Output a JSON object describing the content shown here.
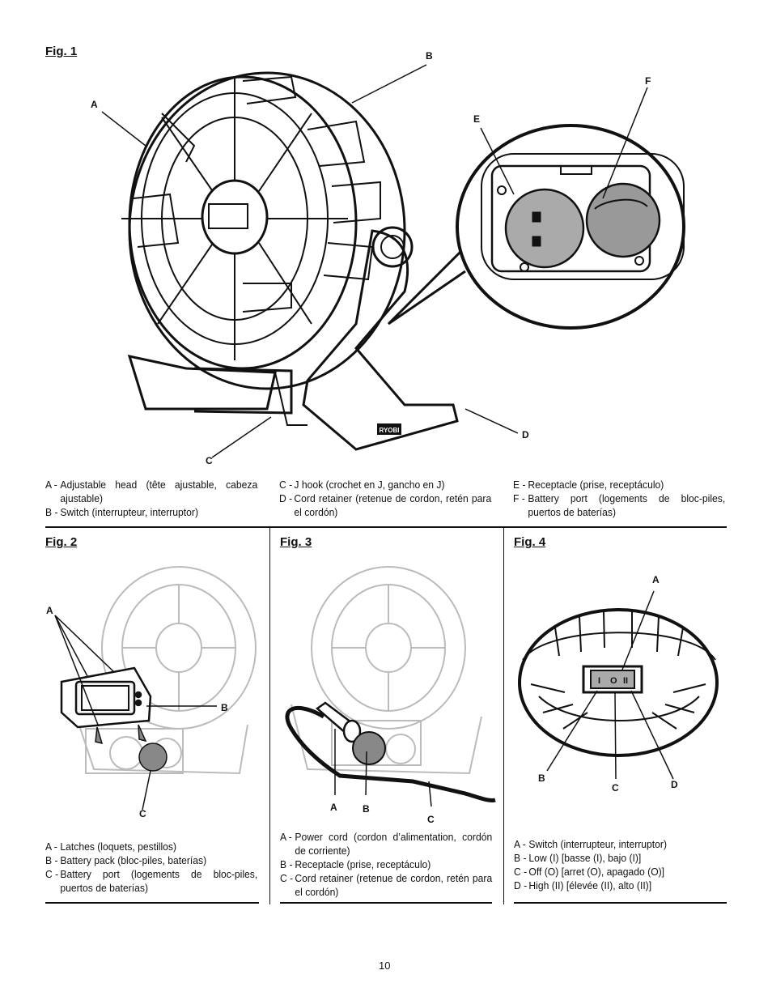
{
  "fig1": {
    "title": "Fig. 1",
    "callouts": [
      "A",
      "B",
      "C",
      "D",
      "E",
      "F"
    ],
    "legend": [
      {
        "key": "A -",
        "text": "Adjustable head (tête ajustable, cabeza ajustable)"
      },
      {
        "key": "B -",
        "text": "Switch (interrupteur, interruptor)"
      },
      {
        "key": "C -",
        "text": "J hook (crochet en J, gancho en J)"
      },
      {
        "key": "D -",
        "text": "Cord retainer (retenue de cordon, retén para el cordón)"
      },
      {
        "key": "E -",
        "text": "Receptacle (prise, receptáculo)"
      },
      {
        "key": "F -",
        "text": "Battery port (logements de bloc-piles, puertos de baterías)"
      }
    ]
  },
  "fig2": {
    "title": "Fig. 2",
    "callouts": [
      "A",
      "B",
      "C"
    ],
    "legend": [
      {
        "key": "A -",
        "text": "Latches (loquets, pestillos)"
      },
      {
        "key": "B -",
        "text": "Battery pack (bloc-piles, baterías)"
      },
      {
        "key": "C -",
        "text": "Battery port (logements de bloc-piles, puertos de baterías)"
      }
    ]
  },
  "fig3": {
    "title": "Fig. 3",
    "callouts": [
      "A",
      "B",
      "C"
    ],
    "legend": [
      {
        "key": "A -",
        "text": "Power cord (cordon d’alimentation, cordón de corriente)"
      },
      {
        "key": "B -",
        "text": "Receptacle (prise, receptáculo)"
      },
      {
        "key": "C -",
        "text": "Cord retainer (retenue de cordon, retén para el cordón)"
      }
    ]
  },
  "fig4": {
    "title": "Fig. 4",
    "callouts": [
      "A",
      "B",
      "C",
      "D"
    ],
    "switch_glyphs": [
      "I",
      "O",
      "II"
    ],
    "legend": [
      {
        "key": "A -",
        "text": "Switch (interrupteur, interruptor)"
      },
      {
        "key": "B -",
        "text": "Low (I) [basse (I), bajo (I)]"
      },
      {
        "key": "C -",
        "text": "Off (O) [arret (O), apagado (O)]"
      },
      {
        "key": "D -",
        "text": "High (II) [élevée (II), alto (II)]"
      }
    ]
  },
  "brand_badge": "RYOBI",
  "page_number": "10"
}
